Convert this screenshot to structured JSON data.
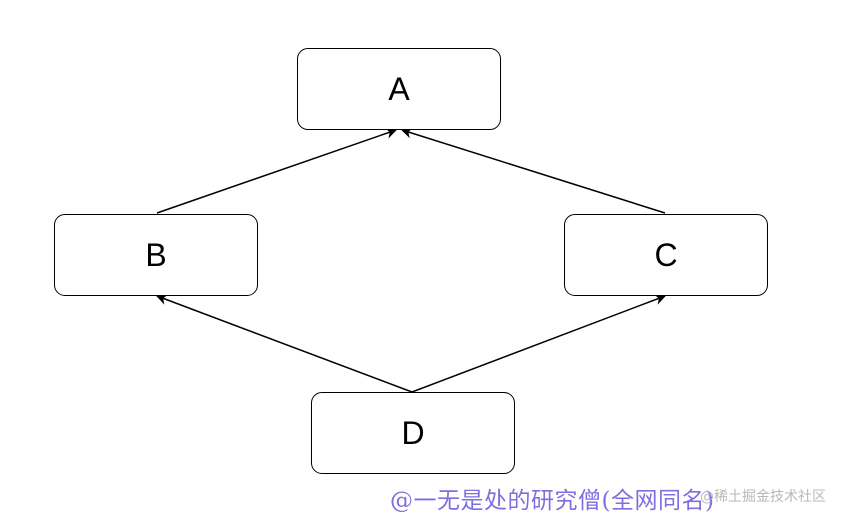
{
  "nodes": {
    "a": "A",
    "b": "B",
    "c": "C",
    "d": "D"
  },
  "edges": [
    {
      "from": "B",
      "to": "A"
    },
    {
      "from": "C",
      "to": "A"
    },
    {
      "from": "D",
      "to": "B"
    },
    {
      "from": "D",
      "to": "C"
    }
  ],
  "watermark": "@一无是处的研究僧(全网同名)",
  "watermark_overlay": "@稀土掘金技术社区",
  "colors": {
    "stroke": "#000000",
    "watermark": "#7d6fe0"
  }
}
